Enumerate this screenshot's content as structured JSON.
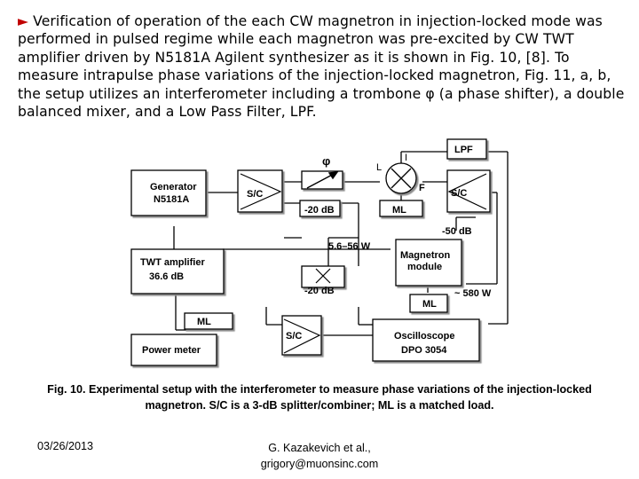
{
  "slide": {
    "bullet": "►",
    "paragraph": " Verification of operation of the each CW magnetron in injection-locked mode was performed in pulsed regime while each magnetron was pre-excited by CW TWT amplifier driven by N5181A Agilent synthesizer as it is shown in Fig. 10, [8]. To measure intrapulse phase variations of the injection-locked magnetron, Fig. 11, a, b, the setup utilizes an interferometer including a trombone φ (a phase shifter), a double balanced mixer, and a Low Pass Filter, LPF."
  },
  "diagram": {
    "generator": [
      "Generator",
      "N5181A"
    ],
    "sc_top": "S/C",
    "phi": "φ",
    "mixer_l": "L",
    "mixer_i": "I",
    "mixer_f": "F",
    "lpf": "LPF",
    "sc_right": "S/C",
    "att_top": "-20 dB",
    "ml_top": "ML",
    "att_right": "-50 dB",
    "power_high": "5.6–56 W",
    "twt": [
      "TWT amplifier",
      "36.6 dB"
    ],
    "magnetron": [
      "Magnetron",
      "module"
    ],
    "att_mid": "-20 dB",
    "power_out": "~ 580 W",
    "ml_right": "ML",
    "ml_left": "ML",
    "sc_bottom": "S/C",
    "power_meter": "Power meter",
    "oscilloscope": [
      "Oscilloscope",
      "DPO 3054"
    ]
  },
  "caption": "Fig. 10. Experimental setup with the interferometer to measure phase variations of the injection-locked magnetron. S/C is a 3-dB splitter/combiner; ML is a matched load.",
  "footer": {
    "date": "03/26/2013",
    "author_line1": "G. Kazakevich et al.,",
    "author_line2": "grigory@muonsinc.com"
  }
}
